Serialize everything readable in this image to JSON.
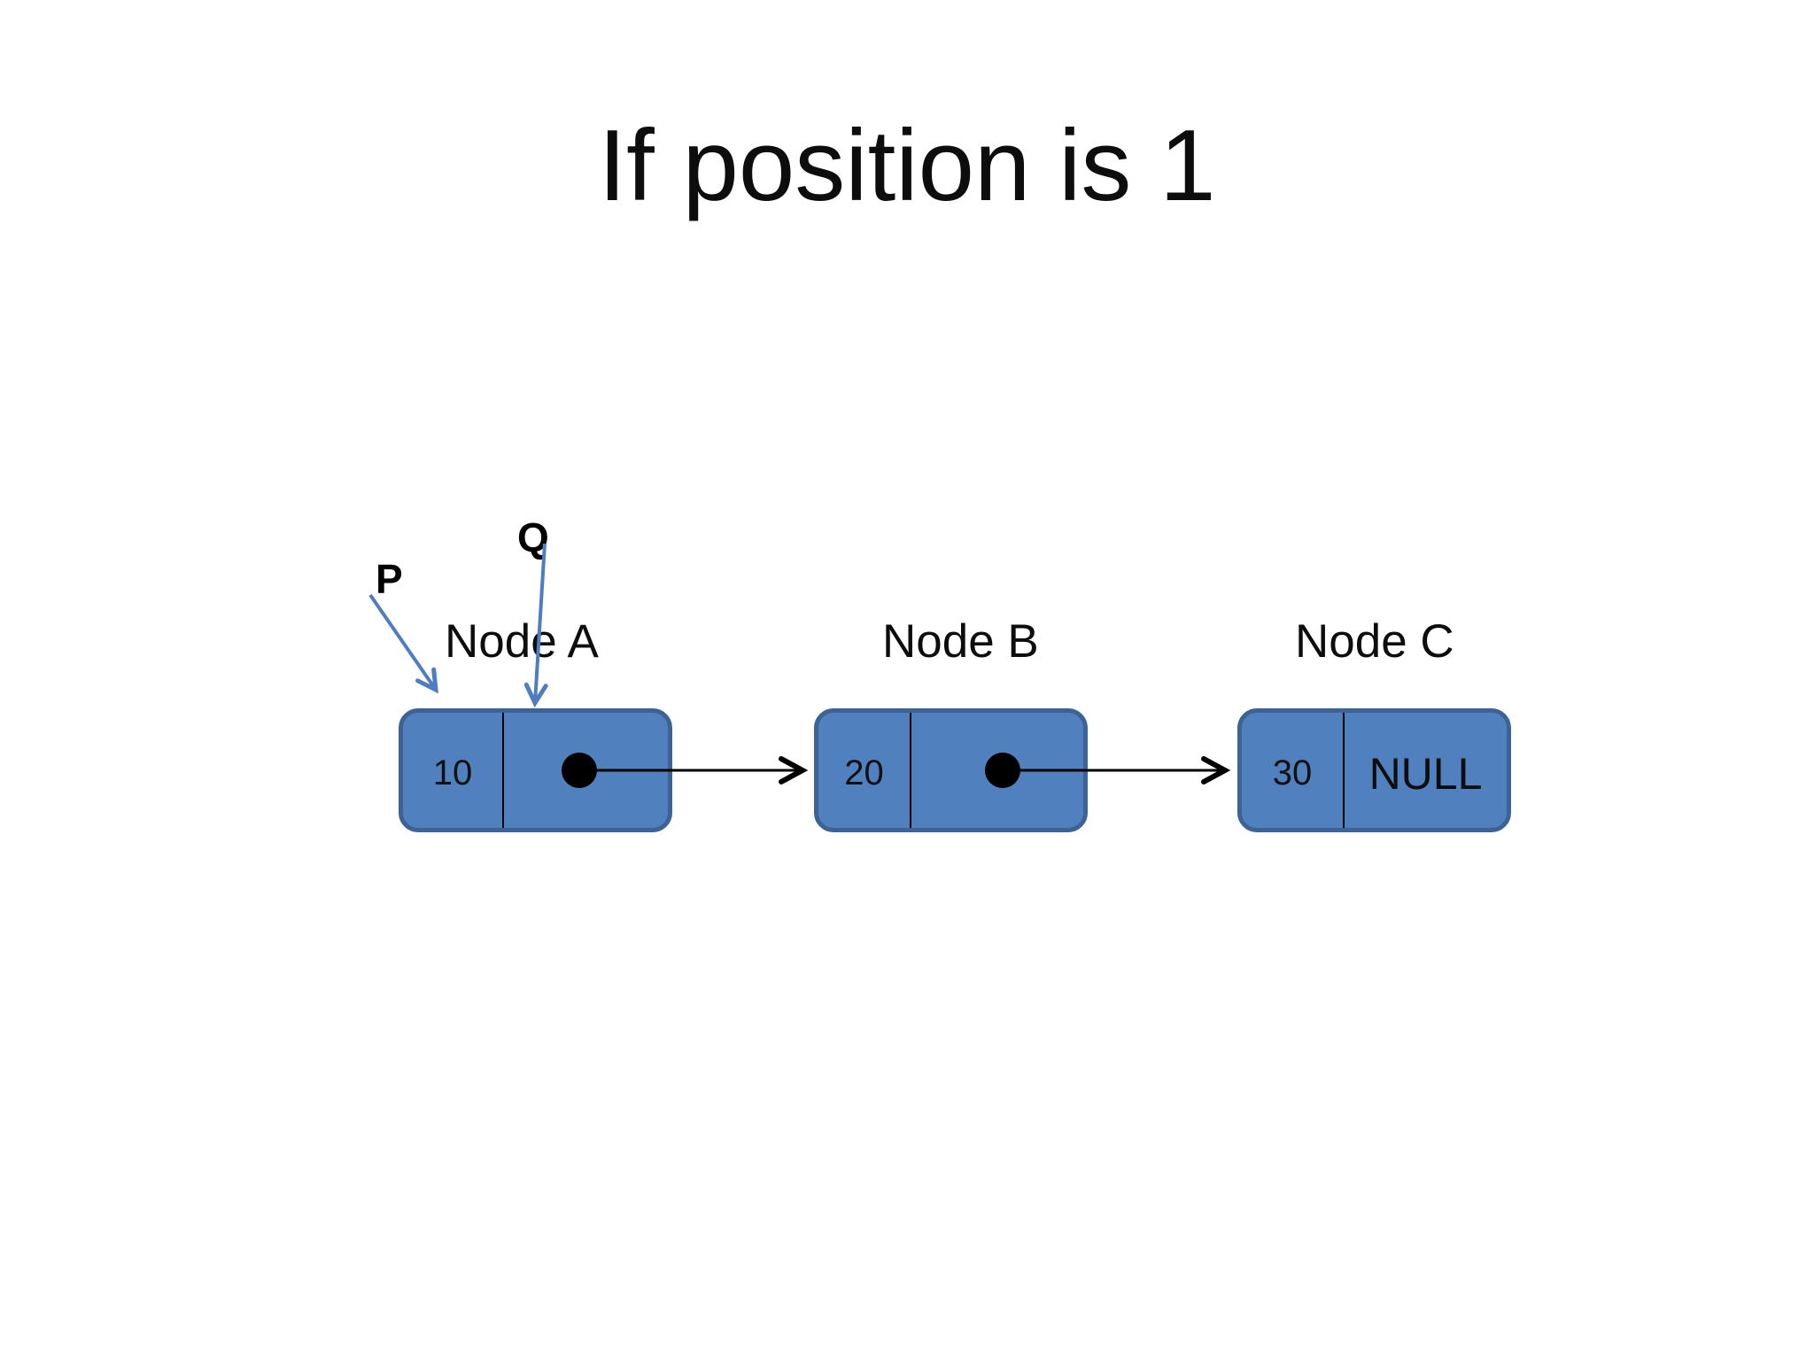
{
  "slide": {
    "title": "If position is 1"
  },
  "pointers": {
    "p": {
      "label": "P",
      "points_to": "Node A"
    },
    "q": {
      "label": "Q",
      "points_to": "Node A"
    }
  },
  "nodes": [
    {
      "name": "Node A",
      "value": "10"
    },
    {
      "name": "Node B",
      "value": "20"
    },
    {
      "name": "Node C",
      "value": "30",
      "next_label": "NULL"
    }
  ],
  "links": [
    {
      "from": "Node A",
      "to": "Node B"
    },
    {
      "from": "Node B",
      "to": "Node C"
    }
  ],
  "colors": {
    "node_fill": "#5080BD",
    "node_border": "#3D6394",
    "pointer_arrow_blue": "#4E7EC1",
    "link_arrow_black": "#000000"
  }
}
